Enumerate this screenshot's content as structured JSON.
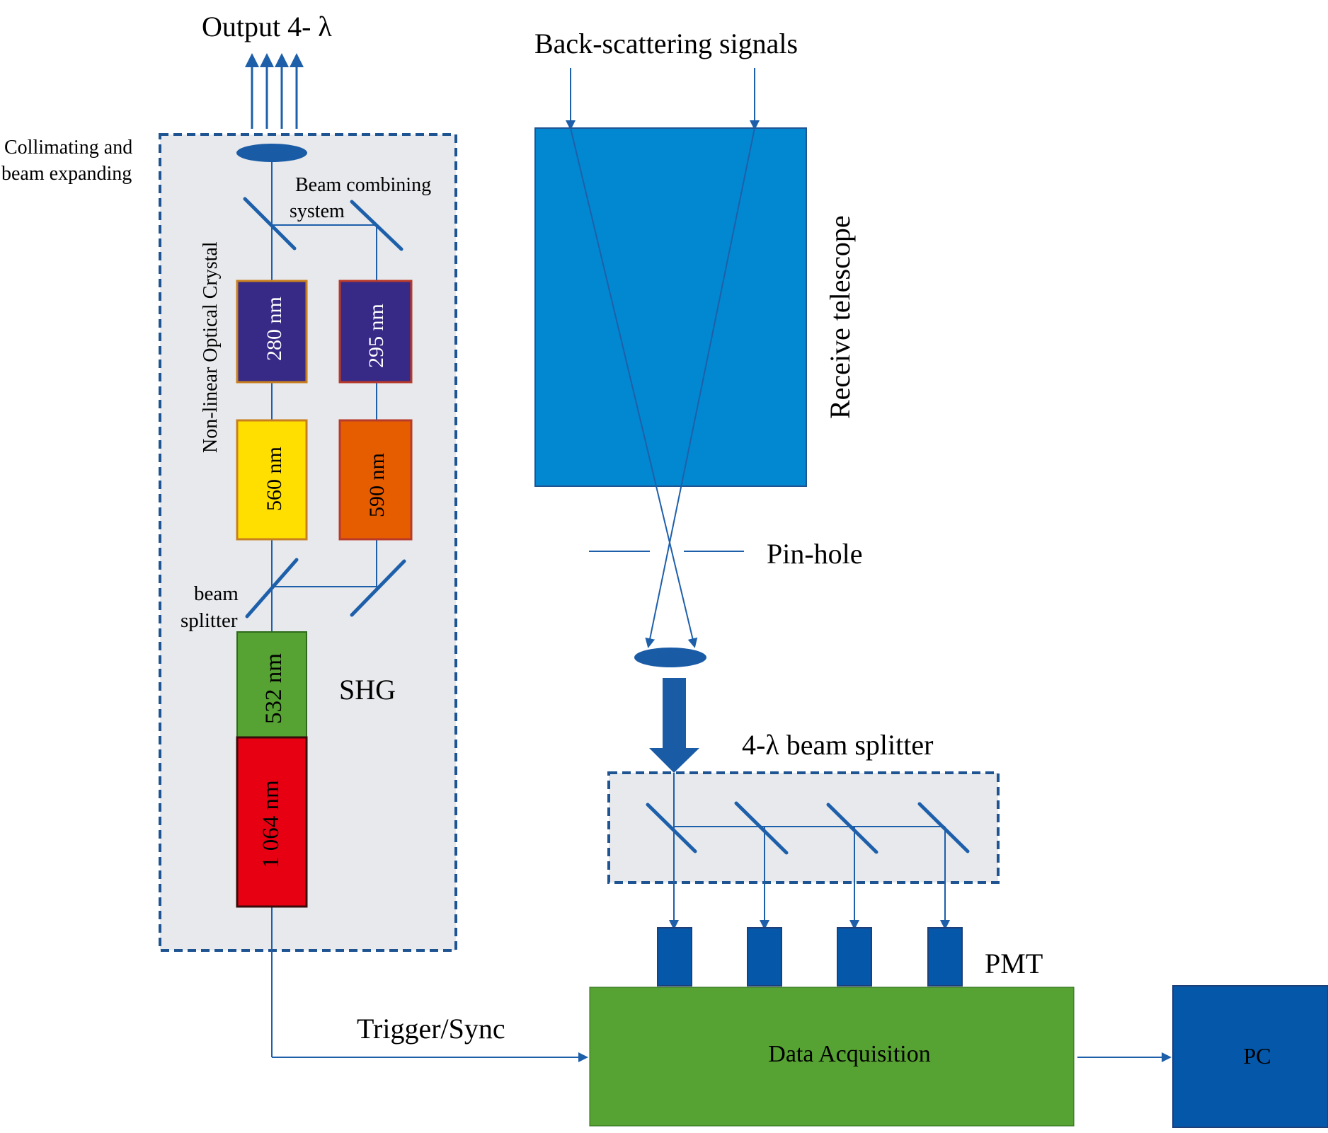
{
  "colors": {
    "line": "#1e5faa",
    "dashed_border": "#1f5493",
    "panel_fill": "#e7e9ec",
    "telescope": "#0288d1",
    "pmt": "#0457a9",
    "data_acquisition": "#56a232",
    "pc": "#0457a9",
    "crystal_280": "#372986",
    "crystal_295": "#372986",
    "crystal_560": "#ffdf00",
    "crystal_590": "#e65d00",
    "shg_532": "#56a232",
    "laser_1064": "#e60012"
  },
  "labels": {
    "output": "Output 4- λ",
    "backscatter": "Back-scattering signals",
    "collimating_line1": "Collimating and",
    "collimating_line2": "beam expanding",
    "beam_combining_line1": "Beam combining",
    "beam_combining_line2": "system",
    "nonlinear_crystal": "Non-linear Optical Crystal",
    "receive_telescope": "Receive telescope",
    "pinhole": "Pin-hole",
    "beam_splitter_line1": "beam",
    "beam_splitter_line2": "splitter",
    "shg": "SHG",
    "four_lambda_splitter": "4-λ beam splitter",
    "pmt": "PMT",
    "trigger_sync": "Trigger/Sync",
    "data_acquisition": "Data Acquisition",
    "pc": "PC"
  },
  "crystals": {
    "c280": "280 nm",
    "c295": "295 nm",
    "c560": "560 nm",
    "c590": "590 nm",
    "c532": "532 nm",
    "c1064": "1 064 nm"
  }
}
